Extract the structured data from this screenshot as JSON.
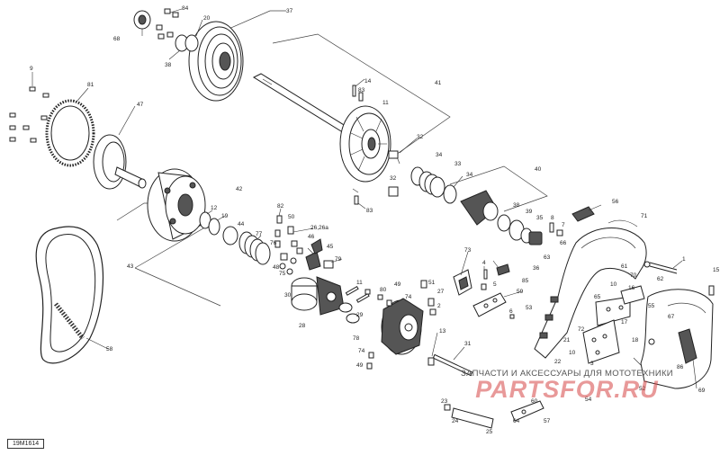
{
  "diagram_code": "19M1614",
  "watermark": {
    "tagline": "ЗАПЧАСТИ И АКСЕССУАРЫ ДЛЯ МОТОТЕХНИКИ",
    "logo": "PARTSFOR.RU"
  },
  "callouts": [
    {
      "id": "c84",
      "label": "84"
    },
    {
      "id": "c20",
      "label": "20"
    },
    {
      "id": "c37",
      "label": "37"
    },
    {
      "id": "c68",
      "label": "68"
    },
    {
      "id": "c38",
      "label": "38"
    },
    {
      "id": "c9",
      "label": "9"
    },
    {
      "id": "c81",
      "label": "81"
    },
    {
      "id": "c14",
      "label": "14"
    },
    {
      "id": "c83a",
      "label": "83"
    },
    {
      "id": "c41",
      "label": "41"
    },
    {
      "id": "c11a",
      "label": "11"
    },
    {
      "id": "c47",
      "label": "47"
    },
    {
      "id": "c32a",
      "label": "32"
    },
    {
      "id": "c34a",
      "label": "34"
    },
    {
      "id": "c33",
      "label": "33"
    },
    {
      "id": "c34b",
      "label": "34"
    },
    {
      "id": "c40",
      "label": "40"
    },
    {
      "id": "c32b",
      "label": "32"
    },
    {
      "id": "c83b",
      "label": "83"
    },
    {
      "id": "c12",
      "label": "12"
    },
    {
      "id": "c19",
      "label": "19"
    },
    {
      "id": "c82",
      "label": "82"
    },
    {
      "id": "c50",
      "label": "50"
    },
    {
      "id": "c26",
      "label": "26,26a"
    },
    {
      "id": "c38b",
      "label": "38"
    },
    {
      "id": "c39",
      "label": "39"
    },
    {
      "id": "c35",
      "label": "35"
    },
    {
      "id": "c8",
      "label": "8"
    },
    {
      "id": "c7",
      "label": "7"
    },
    {
      "id": "c56",
      "label": "56"
    },
    {
      "id": "c71",
      "label": "71"
    },
    {
      "id": "c44",
      "label": "44"
    },
    {
      "id": "c77",
      "label": "77"
    },
    {
      "id": "c76",
      "label": "76"
    },
    {
      "id": "c46",
      "label": "46"
    },
    {
      "id": "c45",
      "label": "45"
    },
    {
      "id": "c48",
      "label": "48"
    },
    {
      "id": "c75",
      "label": "75"
    },
    {
      "id": "c79",
      "label": "79"
    },
    {
      "id": "c73",
      "label": "73"
    },
    {
      "id": "c66",
      "label": "66"
    },
    {
      "id": "c36",
      "label": "36"
    },
    {
      "id": "c4",
      "label": "4"
    },
    {
      "id": "c1",
      "label": "1"
    },
    {
      "id": "c43",
      "label": "43"
    },
    {
      "id": "c11b",
      "label": "11"
    },
    {
      "id": "c49a",
      "label": "49"
    },
    {
      "id": "c80",
      "label": "80"
    },
    {
      "id": "c51",
      "label": "51"
    },
    {
      "id": "c27",
      "label": "27"
    },
    {
      "id": "c85",
      "label": "85"
    },
    {
      "id": "c15",
      "label": "15"
    },
    {
      "id": "c30",
      "label": "30"
    },
    {
      "id": "c78",
      "label": "78"
    },
    {
      "id": "c74",
      "label": "74"
    },
    {
      "id": "c5",
      "label": "5"
    },
    {
      "id": "c59",
      "label": "59"
    },
    {
      "id": "c10",
      "label": "10"
    },
    {
      "id": "c65",
      "label": "65"
    },
    {
      "id": "c2",
      "label": "2"
    },
    {
      "id": "c28",
      "label": "28"
    },
    {
      "id": "c29",
      "label": "29"
    },
    {
      "id": "c6",
      "label": "6"
    },
    {
      "id": "c53",
      "label": "53"
    },
    {
      "id": "c13",
      "label": "13"
    },
    {
      "id": "c31",
      "label": "31"
    },
    {
      "id": "c58",
      "label": "58"
    },
    {
      "id": "c74b",
      "label": "74"
    },
    {
      "id": "c49b",
      "label": "49"
    },
    {
      "id": "c23",
      "label": "23"
    },
    {
      "id": "c52",
      "label": "52"
    },
    {
      "id": "c69",
      "label": "69"
    },
    {
      "id": "c54",
      "label": "54"
    },
    {
      "id": "c60",
      "label": "60"
    },
    {
      "id": "c10b",
      "label": "10"
    },
    {
      "id": "c3",
      "label": "3"
    },
    {
      "id": "c21",
      "label": "21"
    },
    {
      "id": "c55",
      "label": "55"
    },
    {
      "id": "c16",
      "label": "16"
    },
    {
      "id": "c17",
      "label": "17"
    },
    {
      "id": "c18",
      "label": "18"
    },
    {
      "id": "c22",
      "label": "22"
    },
    {
      "id": "c24",
      "label": "24"
    },
    {
      "id": "c25",
      "label": "25"
    },
    {
      "id": "c42",
      "label": "42"
    },
    {
      "id": "c57",
      "label": "57"
    },
    {
      "id": "c61",
      "label": "61"
    },
    {
      "id": "c62",
      "label": "62"
    },
    {
      "id": "c63",
      "label": "63"
    },
    {
      "id": "c64",
      "label": "64"
    },
    {
      "id": "c67",
      "label": "67"
    },
    {
      "id": "c70",
      "label": "70"
    },
    {
      "id": "c72",
      "label": "72"
    },
    {
      "id": "c86",
      "label": "86"
    }
  ]
}
